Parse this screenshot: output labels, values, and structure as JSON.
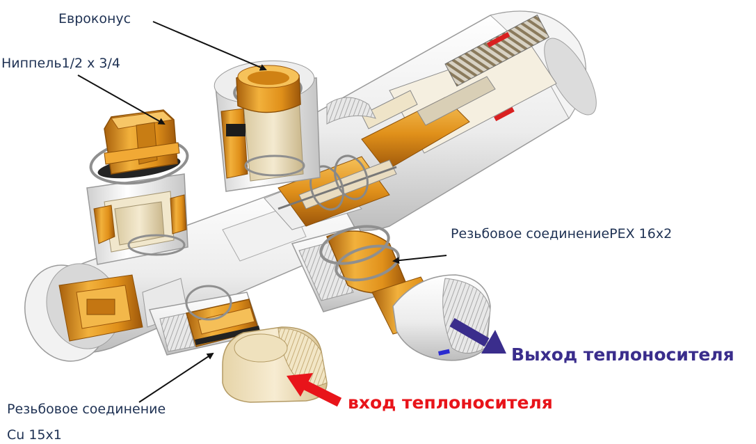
{
  "labels": {
    "eurocone": "Евроконус",
    "nipple": "Ниппель1/2 х 3/4",
    "pex": "Резьбовое соединениеPEX 16х2",
    "cu_line1": "Резьбовое соединение",
    "cu_line2": "Cu 15x1",
    "outlet": "Выход теплоносителя",
    "inlet": "вход теплоносителя"
  },
  "colors": {
    "outlet": "#3a2d8c",
    "inlet": "#e8141a",
    "label_text": "#1e3153",
    "brass": "#e0961c",
    "body": "#ececec"
  }
}
